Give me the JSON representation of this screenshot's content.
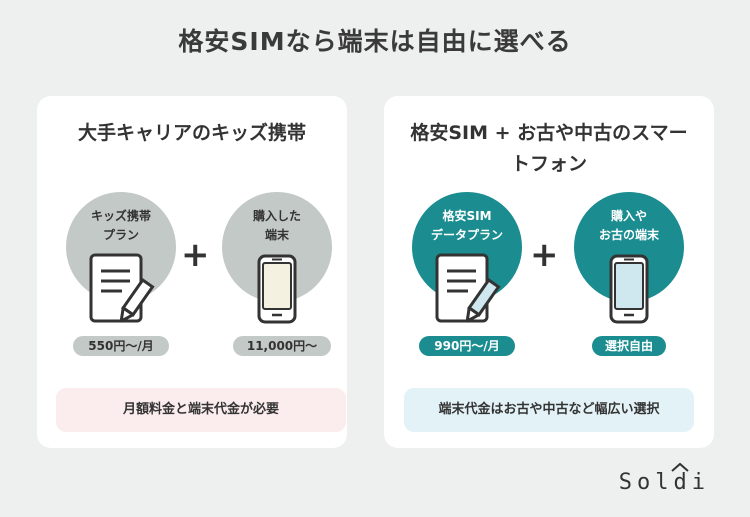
{
  "title": "格安SIMなら端末は自由に選べる",
  "left_card": {
    "heading": "大手キャリアのキッズ携帯",
    "plan_label": "キッズ携帯\nプラン",
    "plan_price": "550円〜/月",
    "device_label": "購入した\n端末",
    "device_price": "11,000円〜",
    "note": "月額料金と端末代金が必要"
  },
  "right_card": {
    "heading": "格安SIM + お古や中古のスマートフォン",
    "plan_label": "格安SIM\nデータプラン",
    "plan_price": "990円〜/月",
    "device_label": "購入や\nお古の端末",
    "device_price": "選択自由",
    "note": "端末代金はお古や中古など幅広い選択"
  },
  "plus_symbol": "+",
  "brand": "Soldi",
  "colors": {
    "background": "#eef0ef",
    "gray_circle": "#c3c9c7",
    "teal": "#1b8d90",
    "pink_note": "#fbeced",
    "blue_note": "#e3f2f7"
  },
  "icons": [
    "document-pencil-icon",
    "smartphone-icon",
    "plus-icon",
    "roof-icon"
  ]
}
